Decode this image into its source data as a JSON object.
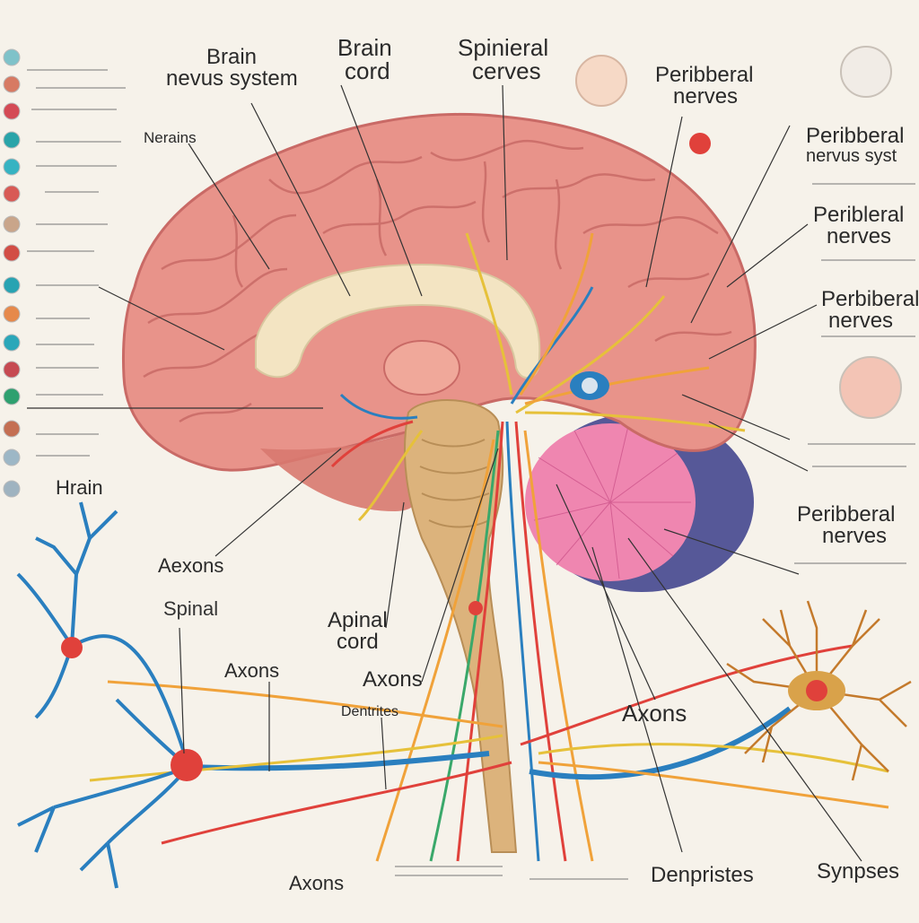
{
  "labels": {
    "brain_nervous_system": {
      "line1": "Brain",
      "line2": "nevus system"
    },
    "brain_cord": {
      "line1": "Brain",
      "line2": "cord"
    },
    "spinal_cerves": {
      "line1": "Spinieral",
      "line2": "cerves"
    },
    "peripheral_top": {
      "line1": "Peribberal",
      "line2": "nerves"
    },
    "peripheral_system": {
      "line1": "Peribberal",
      "line2": "nervus syst"
    },
    "peripheral_right1": {
      "line1": "Peribleral",
      "line2": "nerves"
    },
    "peripheral_right2": {
      "line1": "Perbiberal",
      "line2": "nerves"
    },
    "peripheral_right3": {
      "line1": "Peribberal",
      "line2": "nerves"
    },
    "neurons": "Nerains",
    "brain_left": "Hrain",
    "axons_left": "Aexons",
    "spinal": "Spinal",
    "apinal_cord": {
      "line1": "Apinal",
      "line2": "cord"
    },
    "axons_mid": "Axons",
    "axons_lower": "Axons",
    "dentrites": "Dentrites",
    "axons_right": "Axons",
    "axons_bottom": "Axons",
    "dendrites": "Denpristes",
    "synapses": "Synpses"
  },
  "colors": {
    "brain": "#e8938a",
    "brain_shadow": "#c96a66",
    "corpus": "#f3e4c2",
    "cerebellum": "#ef86b0",
    "spinal": "#dcb37c",
    "nerve_blue": "#2a7fbf",
    "nerve_red": "#e0413b",
    "nerve_orange": "#f0a23a",
    "nerve_yellow": "#e6c13a",
    "nerve_green": "#3aa86a",
    "neuron_body": "#e0413b"
  },
  "legend_dots": [
    "#7fc2c9",
    "#d77a63",
    "#d44a55",
    "#2aa4a9",
    "#36b3c2",
    "#d85a55",
    "#c9a58a",
    "#d24d45",
    "#28a3b2",
    "#e6894b",
    "#2ba7b9",
    "#c64a52",
    "#2ea06f",
    "#c46f53",
    "#9db7c6",
    "#9fb3c0"
  ]
}
